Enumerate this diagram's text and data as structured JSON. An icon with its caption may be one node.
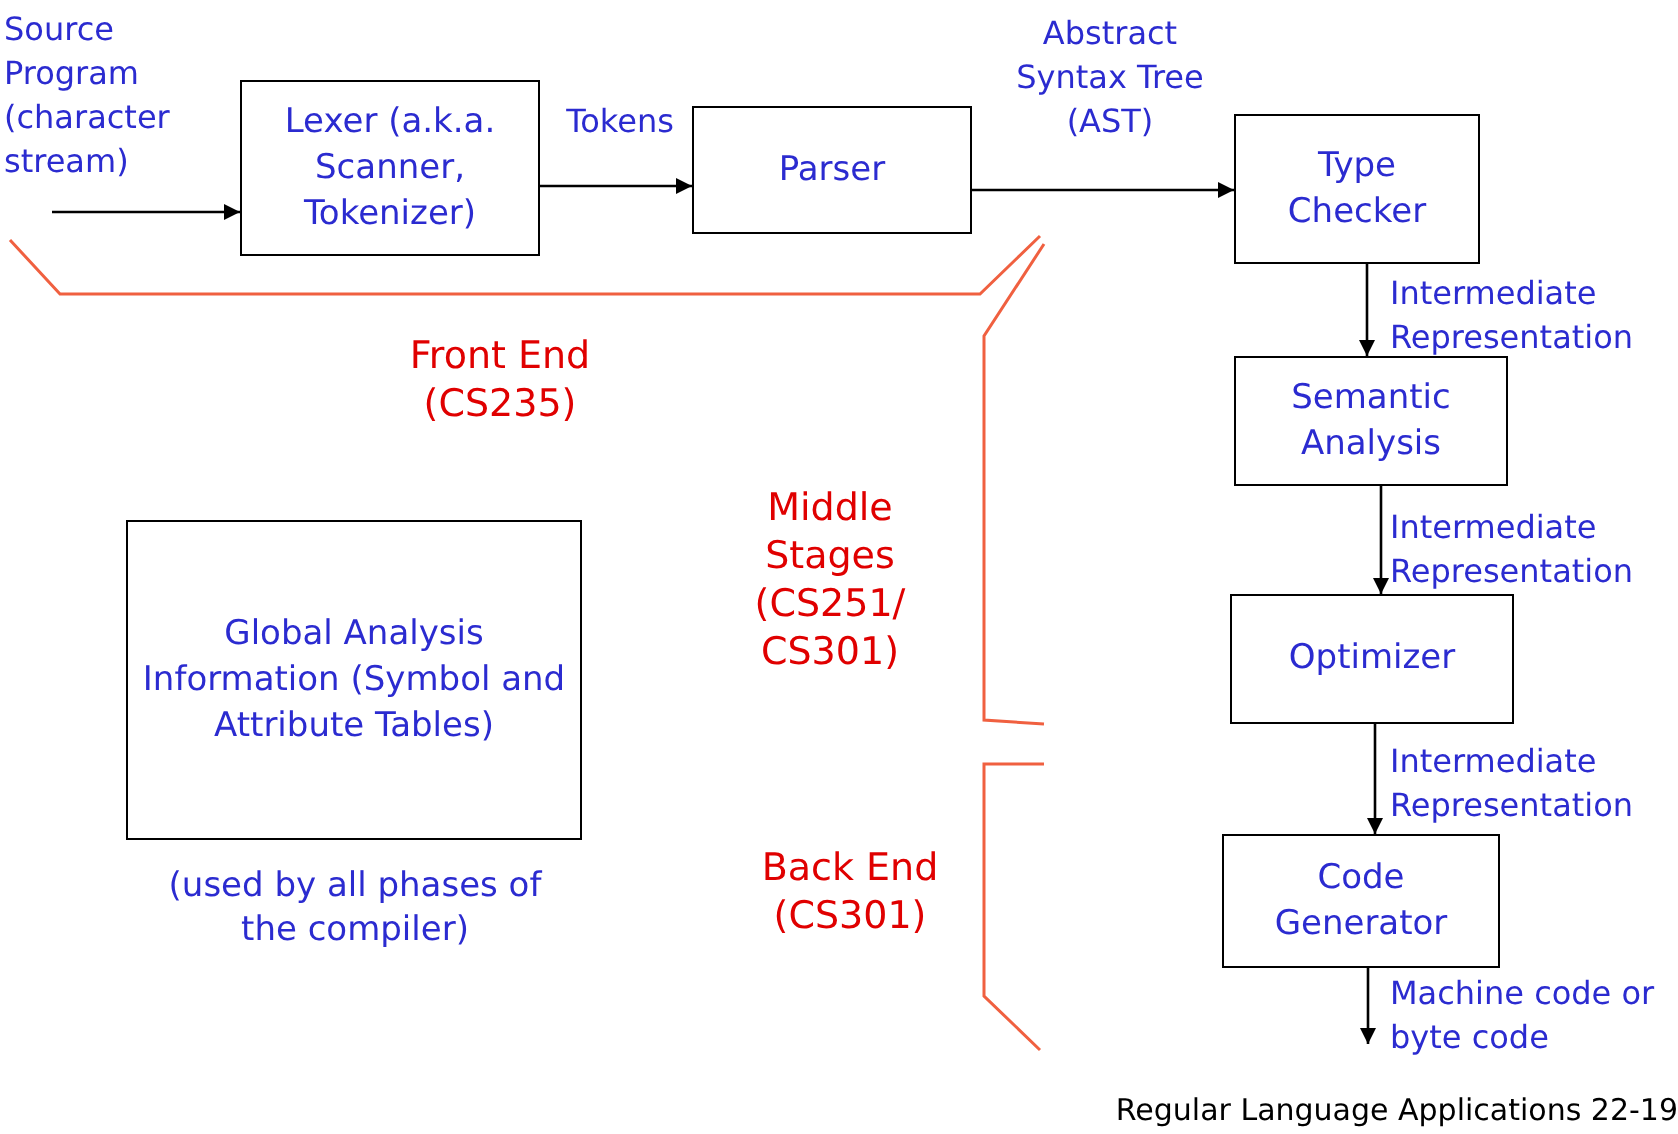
{
  "diagram": {
    "nodes": [
      {
        "text": [
          "Lexer (a.k.a. Scanner, Tokenizer)"
        ]
      },
      {
        "text": [
          "Parser"
        ]
      },
      {
        "text": [
          "Type Checker"
        ]
      },
      {
        "text": [
          "Semantic Analysis"
        ]
      },
      {
        "text": [
          "Optimizer"
        ]
      },
      {
        "text": [
          "Code Generator"
        ]
      },
      {
        "text": [
          "Global Analysis Information (Symbol and Attribute Tables)"
        ],
        "beside": [
          "(used by all phases of the compiler)"
        ]
      }
    ],
    "edges": [
      {
        "from": null,
        "to": 0,
        "arrow": "to",
        "label": "Source Program (character stream)"
      },
      {
        "from": 0,
        "to": 1,
        "arrow": "to",
        "label": "Tokens"
      },
      {
        "from": 1,
        "to": 2,
        "arrow": "to",
        "label": "Abstract Syntax Tree (AST)"
      },
      {
        "from": 2,
        "to": 3,
        "arrow": "to",
        "label": "Intermediate Representation"
      },
      {
        "from": 3,
        "to": 4,
        "arrow": "to",
        "label": "Intermediate Representation"
      },
      {
        "from": 4,
        "to": 5,
        "arrow": "to",
        "label": "Intermediate Representation"
      },
      {
        "from": 5,
        "to": null,
        "arrow": "to",
        "label": "Machine code or byte code"
      }
    ],
    "labels": [
      "Front End (CS235)",
      "Middle Stages (CS251/ CS301)",
      "Back End (CS301)",
      "Regular Language Applications 22-19"
    ]
  }
}
